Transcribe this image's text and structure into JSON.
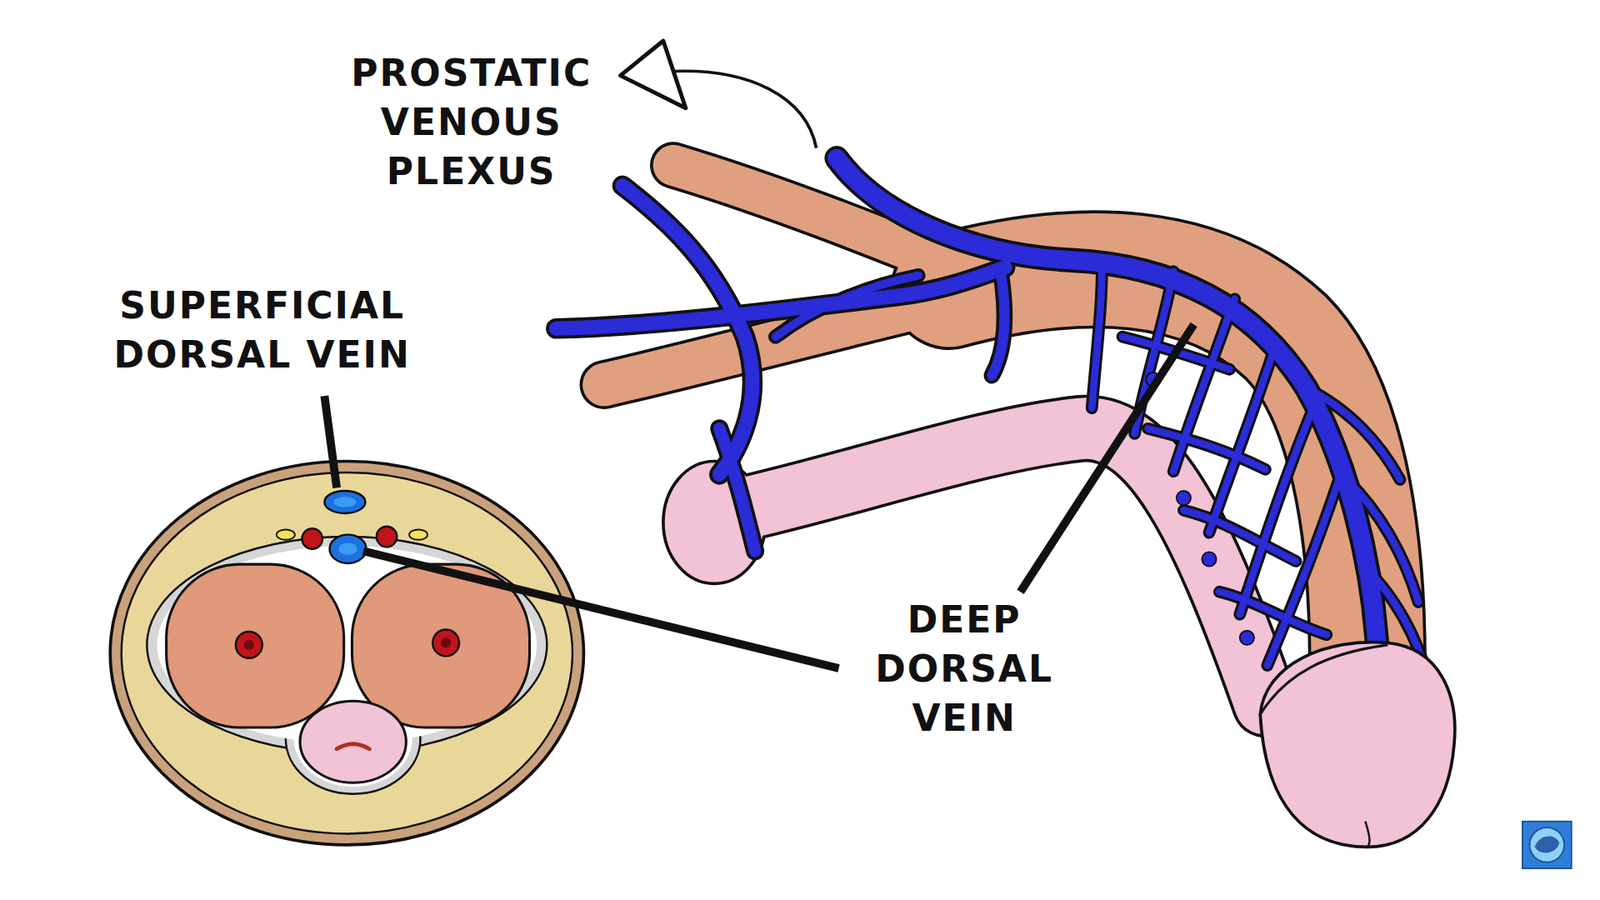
{
  "diagram": {
    "labels": [
      "PROSTATIC VENOUS PLEXUS",
      "SUPERFICIAL DORSAL VEIN",
      "DEEP DORSAL VEIN"
    ]
  }
}
